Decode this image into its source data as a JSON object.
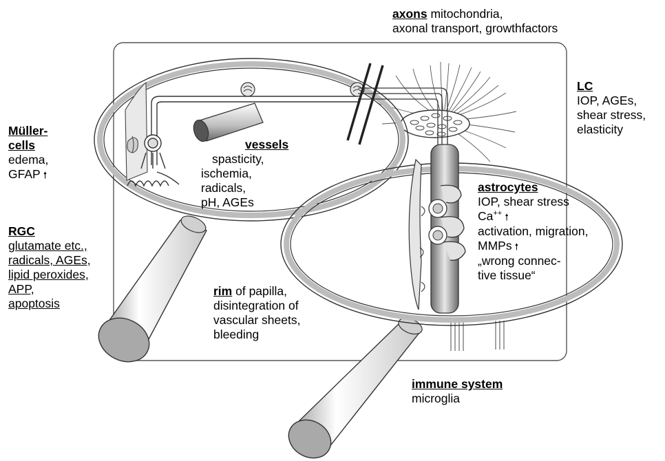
{
  "labels": {
    "axons": {
      "title": "axons",
      "lines": [
        "mitochondria,",
        "axonal transport, growthfactors"
      ]
    },
    "lc": {
      "title": "LC",
      "lines": [
        "IOP, AGEs,",
        "shear stress,",
        "elasticity"
      ]
    },
    "muller": {
      "title_1": "Müller-",
      "title_2": "cells",
      "lines": [
        "edema,",
        "GFAP"
      ]
    },
    "vessels": {
      "title": "vessels",
      "lines": [
        "spasticity,",
        "ischemia,",
        "radicals,",
        "pH, AGEs"
      ]
    },
    "astrocytes": {
      "title": "astrocytes",
      "line_1": "IOP, shear stress",
      "ca": "Ca",
      "ca_sup": "++",
      "line_3": "activation, migration,",
      "line_4": "MMPs",
      "line_5": "„wrong connec-",
      "line_6": "tive tissue“"
    },
    "rgc": {
      "title": "RGC",
      "lines": [
        "glutamate etc.,",
        "radicals, AGEs,",
        "lipid peroxides,",
        "APP,",
        "apoptosis"
      ]
    },
    "rim": {
      "title": "rim",
      "line_1_rest": "of papilla,",
      "lines": [
        "disintegration of",
        "vascular sheets,",
        "bleeding"
      ]
    },
    "immune": {
      "title": "immune system",
      "lines": [
        "microglia"
      ]
    },
    "up_arrow": "🠕"
  }
}
